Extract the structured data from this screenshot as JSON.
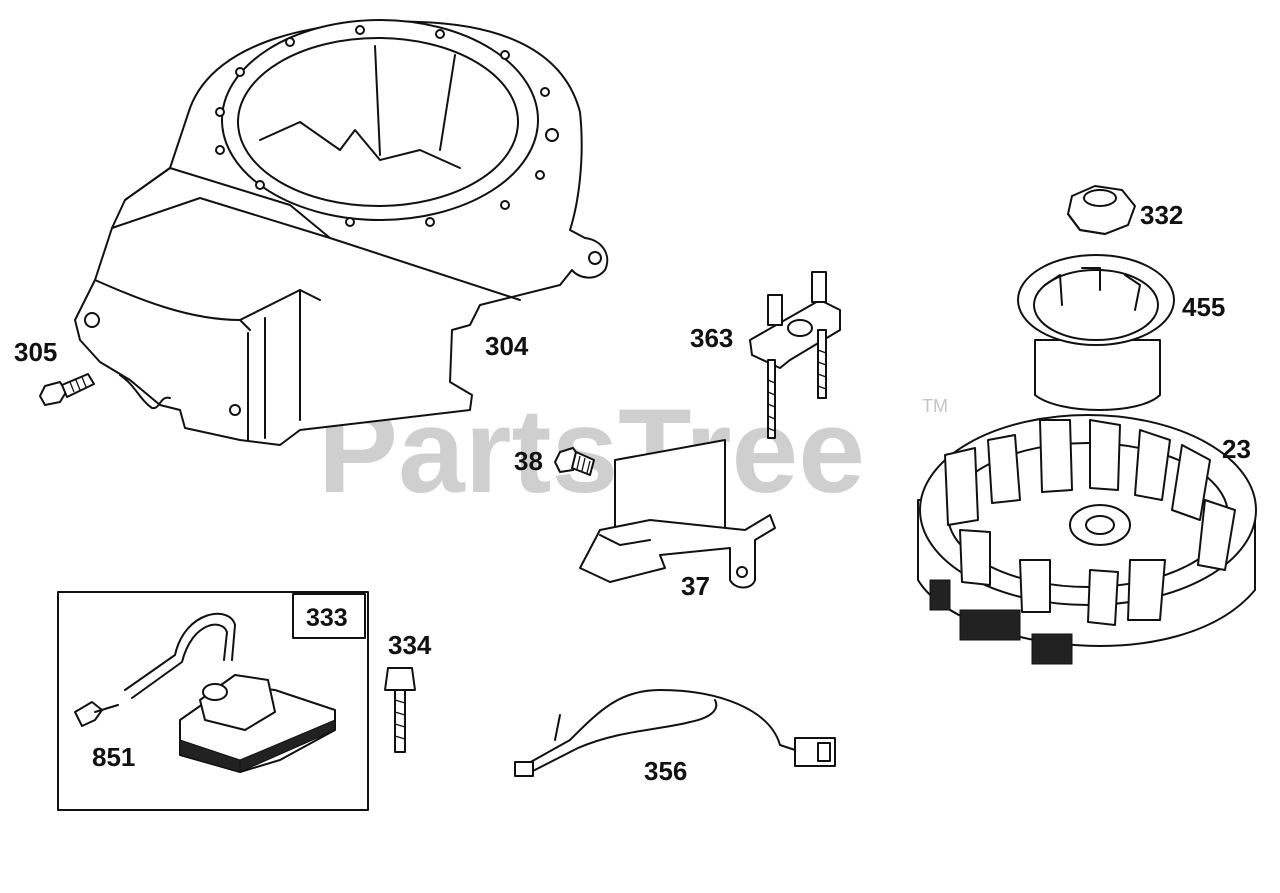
{
  "watermark": {
    "text": "PartsTree",
    "trademark": "TM"
  },
  "parts": [
    {
      "id": "blower-housing",
      "number": "304"
    },
    {
      "id": "housing-screw",
      "number": "305"
    },
    {
      "id": "flywheel-nut",
      "number": "332"
    },
    {
      "id": "fan-retainer-cup",
      "number": "455"
    },
    {
      "id": "ground-terminal-bracket",
      "number": "363"
    },
    {
      "id": "flywheel",
      "number": "23"
    },
    {
      "id": "air-vane-screw",
      "number": "38"
    },
    {
      "id": "air-vane",
      "number": "37"
    },
    {
      "id": "armature-magneto",
      "number": "333"
    },
    {
      "id": "armature-screw",
      "number": "334"
    },
    {
      "id": "spark-plug-boot",
      "number": "851"
    },
    {
      "id": "ground-wire",
      "number": "356"
    }
  ]
}
